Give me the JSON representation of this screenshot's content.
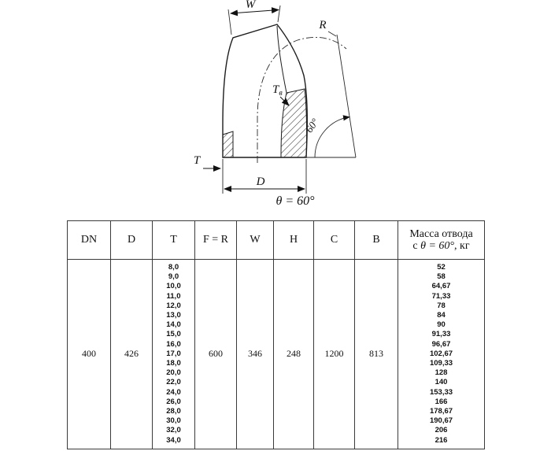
{
  "drawing": {
    "labels": {
      "w": "W",
      "r": "R",
      "t": "T",
      "tv_main": "T",
      "tv_sub": "в",
      "d": "D",
      "angle_arc": "60°",
      "caption": "θ = 60°"
    }
  },
  "table": {
    "headers": [
      "DN",
      "D",
      "T",
      "F = R",
      "W",
      "H",
      "C",
      "B"
    ],
    "mass_header": {
      "line1": "Масса отвода",
      "line2_prefix": "с ",
      "line2_italic": "θ = 60°",
      "line2_suffix": ", кг"
    },
    "row": {
      "dn": "400",
      "d": "426",
      "f_r": "600",
      "w": "346",
      "h": "248",
      "c": "1200",
      "b": "813",
      "t_values": [
        "8,0",
        "9,0",
        "10,0",
        "11,0",
        "12,0",
        "13,0",
        "14,0",
        "15,0",
        "16,0",
        "17,0",
        "18,0",
        "20,0",
        "22,0",
        "24,0",
        "26,0",
        "28,0",
        "30,0",
        "32,0",
        "34,0"
      ],
      "mass_values": [
        "52",
        "58",
        "64,67",
        "71,33",
        "78",
        "84",
        "90",
        "91,33",
        "96,67",
        "102,67",
        "109,33",
        "128",
        "140",
        "153,33",
        "166",
        "178,67",
        "190,67",
        "206",
        "216"
      ]
    }
  }
}
